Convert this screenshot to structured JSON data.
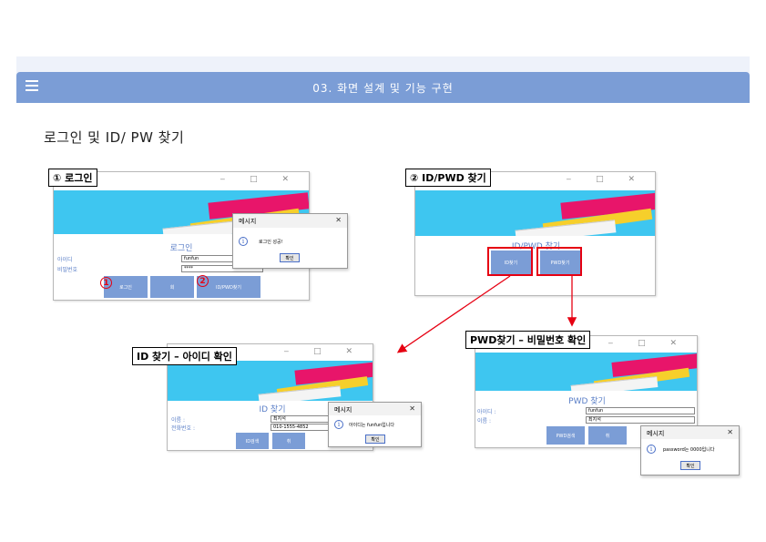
{
  "header": {
    "title": "03. 화면 설계 및 기능 구현"
  },
  "section": {
    "title": "로그인 및 ID/ PW 찾기"
  },
  "labels": {
    "login": "① 로그인",
    "find": "② ID/PWD 찾기",
    "find_id": "ID 찾기 – 아이디 확인",
    "find_pwd": "PWD찾기 – 비밀번호 확인"
  },
  "login_window": {
    "title": "로그인",
    "id_label": "아이디",
    "pw_label": "비밀번호",
    "id_value": "funfun",
    "pw_value": "****",
    "buttons": [
      "로그인",
      "회",
      "ID/PWD찾기"
    ],
    "badges": [
      "1",
      "2"
    ],
    "dialog": {
      "title": "메시지",
      "message": "로그인 성공!",
      "ok": "확인"
    }
  },
  "find_window": {
    "title": "ID/PWD 찾기",
    "buttons": [
      "ID찾기",
      "PWD찾기"
    ]
  },
  "id_window": {
    "title": "ID 찾기",
    "name_label": "이름 :",
    "phone_label": "전화번호 :",
    "name_value": "최지석",
    "phone_value": "010-1555-4852",
    "buttons": [
      "ID검색",
      "취"
    ],
    "dialog": {
      "title": "메시지",
      "message": "아이디는 funfun입니다",
      "ok": "확인"
    }
  },
  "pwd_window": {
    "title": "PWD 찾기",
    "id_label": "아이디 :",
    "name_label": "이름 :",
    "id_value": "funfun",
    "name_value": "최지석",
    "buttons": [
      "PWD검색",
      "취"
    ],
    "dialog": {
      "title": "메시지",
      "message": "password는 0000입니다",
      "ok": "확인"
    }
  },
  "colors": {
    "header": "#7b9dd6",
    "accent_red": "#e60012",
    "banner": "#3ec6f0"
  }
}
